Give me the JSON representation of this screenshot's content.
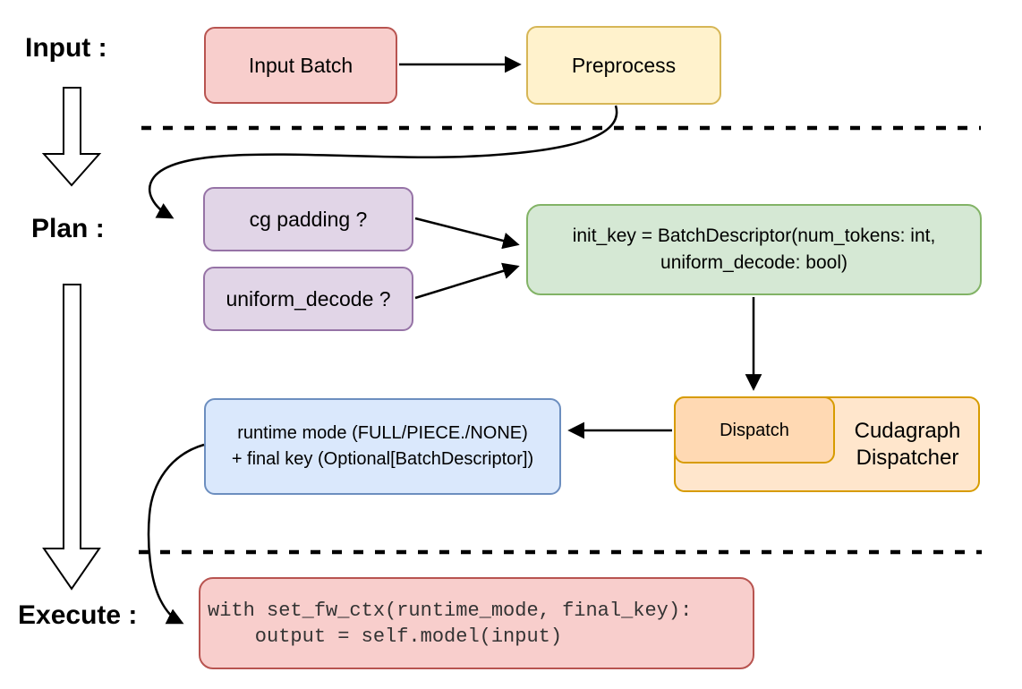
{
  "stages": {
    "input_label": "Input :",
    "plan_label": "Plan :",
    "execute_label": "Execute :"
  },
  "nodes": {
    "input_batch": {
      "label": "Input Batch"
    },
    "preprocess": {
      "label": "Preprocess"
    },
    "cg_padding": {
      "label": "cg padding ?"
    },
    "uniform_decode": {
      "label": "uniform_decode ?"
    },
    "init_key": {
      "line1": "init_key = BatchDescriptor(num_tokens: int,",
      "line2": "uniform_decode: bool)"
    },
    "dispatch": {
      "label": "Dispatch"
    },
    "cudagraph_dispatcher": {
      "line1": "Cudagraph",
      "line2": "Dispatcher"
    },
    "runtime_mode": {
      "line1": "runtime mode (FULL/PIECE./NONE)",
      "line2": "+ final key (Optional[BatchDescriptor])"
    },
    "execute_code": {
      "line1": "with set_fw_ctx(runtime_mode, final_key):",
      "line2": "    output = self.model(input)"
    }
  },
  "palette": {
    "red_fill": "#f8cecc",
    "red_border": "#b85450",
    "yellow_fill": "#fff2cc",
    "yellow_border": "#d6b656",
    "purple_fill": "#e1d5e7",
    "purple_border": "#9673a6",
    "green_fill": "#d5e8d4",
    "green_border": "#82b366",
    "blue_fill": "#dae8fc",
    "blue_border": "#6c8ebf",
    "orange_light_fill": "#ffe6cc",
    "orange_dark_fill": "#ffd9b3",
    "orange_border": "#d79b00",
    "line_color": "#000000",
    "code_text": "#333333"
  }
}
